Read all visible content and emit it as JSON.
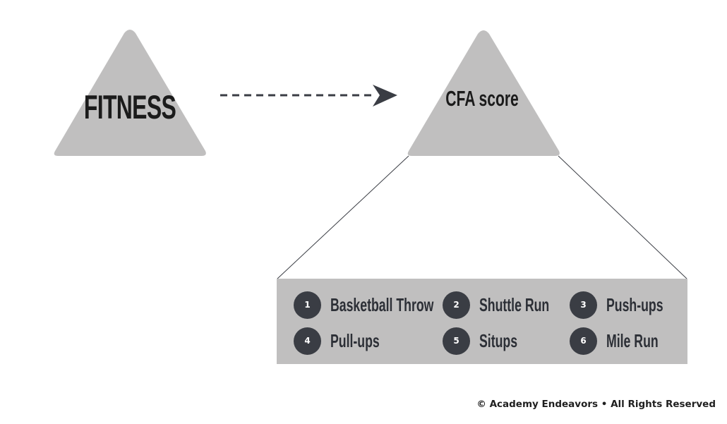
{
  "diagram": {
    "source_label": "FITNESS",
    "target_label": "CFA score",
    "tests": [
      {
        "number": "1",
        "label": "Basketball Throw"
      },
      {
        "number": "2",
        "label": "Shuttle Run"
      },
      {
        "number": "3",
        "label": "Push-ups"
      },
      {
        "number": "4",
        "label": "Pull-ups"
      },
      {
        "number": "5",
        "label": "Situps"
      },
      {
        "number": "6",
        "label": "Mile Run"
      }
    ]
  },
  "footer": {
    "copyright": "© Academy Endeavors • All Rights Reserved"
  },
  "colors": {
    "triangle_fill": "#c0bfbf",
    "panel_fill": "#c0bfbf",
    "arrow": "#3a3d44",
    "badge": "#3a3d44",
    "text_dark": "#1b1b1b"
  }
}
